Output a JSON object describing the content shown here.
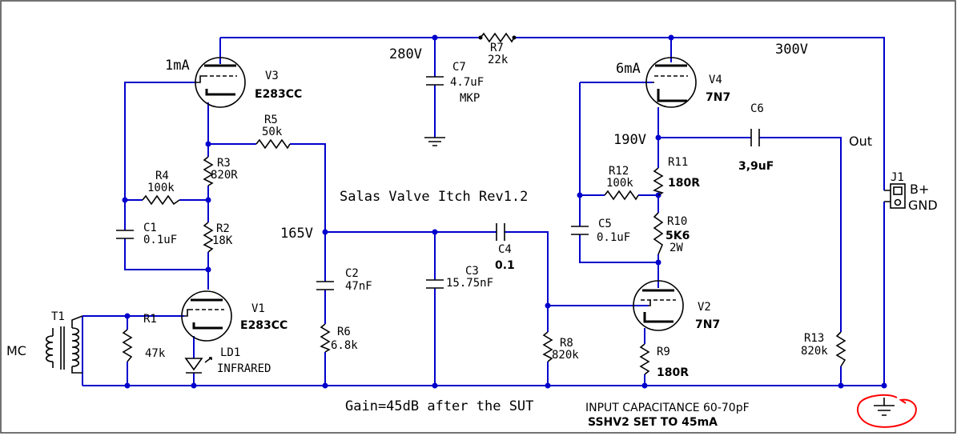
{
  "title": "Salas Valve Itch Rev1.2",
  "notes": {
    "gain": "Gain=45dB after the SUT",
    "input_cap": "INPUT CAPACITANCE 60-70pF",
    "sshv": "SSHV2 SET TO 45mA"
  },
  "voltages": {
    "v280": "280V",
    "v300": "300V",
    "v190": "190V",
    "v165": "165V"
  },
  "currents": {
    "i1": "1mA",
    "i6": "6mA"
  },
  "ports": {
    "mc": "MC",
    "out": "Out",
    "bplus": "B+",
    "gnd": "GND"
  },
  "components": {
    "T1": {
      "ref": "T1"
    },
    "J1": {
      "ref": "J1"
    },
    "V1": {
      "ref": "V1",
      "value": "E283CC"
    },
    "V2": {
      "ref": "V2",
      "value": "7N7"
    },
    "V3": {
      "ref": "V3",
      "value": "E283CC"
    },
    "V4": {
      "ref": "V4",
      "value": "7N7"
    },
    "R1": {
      "ref": "R1",
      "value": "47k"
    },
    "R2": {
      "ref": "R2",
      "value": "18K"
    },
    "R3": {
      "ref": "R3",
      "value": "820R"
    },
    "R4": {
      "ref": "R4",
      "value": "100k"
    },
    "R5": {
      "ref": "R5",
      "value": "50k"
    },
    "R6": {
      "ref": "R6",
      "value": "6.8k"
    },
    "R7": {
      "ref": "R7",
      "value": "22k"
    },
    "R8": {
      "ref": "R8",
      "value": "820k"
    },
    "R9": {
      "ref": "R9",
      "value": "180R"
    },
    "R10": {
      "ref": "R10",
      "value": "5K6",
      "extra": "2W"
    },
    "R11": {
      "ref": "R11",
      "value": "180R"
    },
    "R12": {
      "ref": "R12",
      "value": "100k"
    },
    "R13": {
      "ref": "R13",
      "value": "820k"
    },
    "C1": {
      "ref": "C1",
      "value": "0.1uF"
    },
    "C2": {
      "ref": "C2",
      "value": "47nF"
    },
    "C3": {
      "ref": "C3",
      "value": "15.75nF"
    },
    "C4": {
      "ref": "C4",
      "value": "0.1"
    },
    "C5": {
      "ref": "C5",
      "value": "0.1uF"
    },
    "C6": {
      "ref": "C6",
      "value": "3,9uF"
    },
    "C7": {
      "ref": "C7",
      "value": "4.7uF",
      "extra": "MKP"
    },
    "LD1": {
      "ref": "LD1",
      "value": "INFRARED"
    }
  },
  "colors": {
    "wire": "#0000cc",
    "annotation": "#ff0000",
    "component": "#000000"
  }
}
